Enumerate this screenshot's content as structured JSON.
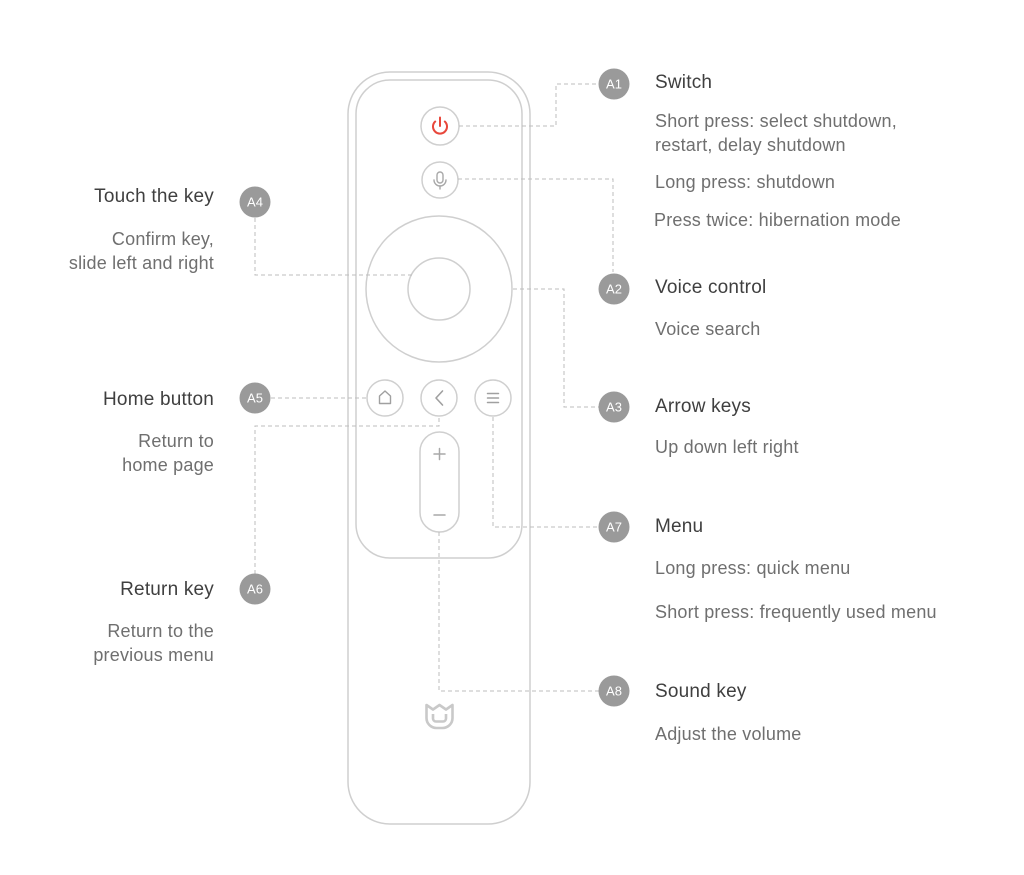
{
  "colors": {
    "power": "#e8473b",
    "line": "#bdbdbd",
    "badge": "#9a9a9a",
    "text": "#3f3f3f"
  },
  "icons": {
    "power": "power-icon",
    "mic": "microphone-icon",
    "home": "home-icon",
    "back": "back-chevron-icon",
    "menu": "menu-lines-icon",
    "volume_up": "plus-icon",
    "volume_down": "minus-icon",
    "logo": "mi-logo-icon"
  },
  "callouts": {
    "a1": {
      "badge": "A1",
      "title": "Switch",
      "lines": [
        "Short press: select shutdown,\nrestart, delay shutdown",
        "Long press: shutdown",
        "Press twice: hibernation mode"
      ]
    },
    "a2": {
      "badge": "A2",
      "title": "Voice control",
      "lines": [
        "Voice search"
      ]
    },
    "a3": {
      "badge": "A3",
      "title": "Arrow keys",
      "lines": [
        "Up down left right"
      ]
    },
    "a4": {
      "badge": "A4",
      "title": "Touch the key",
      "lines": [
        "Confirm key,\nslide left and right"
      ]
    },
    "a5": {
      "badge": "A5",
      "title": "Home button",
      "lines": [
        "Return to\nhome page"
      ]
    },
    "a6": {
      "badge": "A6",
      "title": "Return key",
      "lines": [
        "Return to the\nprevious menu"
      ]
    },
    "a7": {
      "badge": "A7",
      "title": "Menu",
      "lines": [
        "Long press: quick menu",
        "Short press: frequently used menu"
      ]
    },
    "a8": {
      "badge": "A8",
      "title": "Sound key",
      "lines": [
        "Adjust the volume"
      ]
    }
  }
}
